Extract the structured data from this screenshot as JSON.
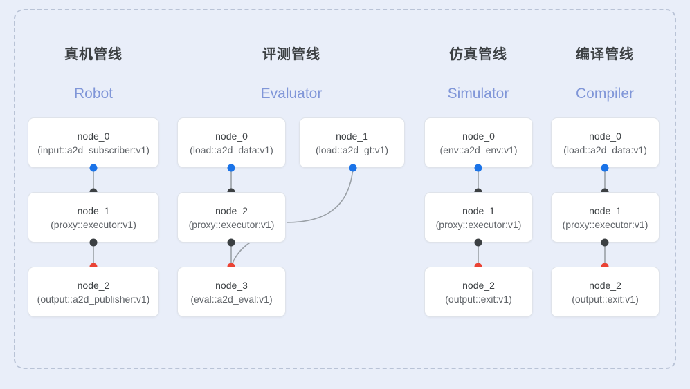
{
  "canvas": {
    "background_color": "#e9eef9",
    "frame_border_color": "#b9c3d6",
    "frame_style": "dashed"
  },
  "palette": {
    "port_blue": "#1a73e8",
    "port_black": "#3c4043",
    "port_red": "#ea4335",
    "title_color": "#3c4043",
    "subtitle_color": "#8096d8",
    "node_bg": "#ffffff",
    "node_border": "#dfe3ea",
    "edge_color": "#9aa0a6"
  },
  "columns": [
    {
      "id": "robot",
      "title": "真机管线",
      "subtitle": "Robot",
      "nodes": [
        {
          "name": "node_0",
          "type": "(input::a2d_subscriber:v1)"
        },
        {
          "name": "node_1",
          "type": "(proxy::executor:v1)"
        },
        {
          "name": "node_2",
          "type": "(output::a2d_publisher:v1)"
        }
      ]
    },
    {
      "id": "evaluator",
      "title": "评测管线",
      "subtitle": "Evaluator",
      "nodes": [
        {
          "name": "node_0",
          "type": "(load::a2d_data:v1)"
        },
        {
          "name": "node_2",
          "type": "(proxy::executor:v1)"
        },
        {
          "name": "node_3",
          "type": "(eval::a2d_eval:v1)"
        },
        {
          "name": "node_1",
          "type": "(load::a2d_gt:v1)"
        }
      ]
    },
    {
      "id": "simulator",
      "title": "仿真管线",
      "subtitle": "Simulator",
      "nodes": [
        {
          "name": "node_0",
          "type": "(env::a2d_env:v1)"
        },
        {
          "name": "node_1",
          "type": "(proxy::executor:v1)"
        },
        {
          "name": "node_2",
          "type": "(output::exit:v1)"
        }
      ]
    },
    {
      "id": "compiler",
      "title": "编译管线",
      "subtitle": "Compiler",
      "nodes": [
        {
          "name": "node_0",
          "type": "(load::a2d_data:v1)"
        },
        {
          "name": "node_1",
          "type": "(proxy::executor:v1)"
        },
        {
          "name": "node_2",
          "type": "(output::exit:v1)"
        }
      ]
    }
  ]
}
